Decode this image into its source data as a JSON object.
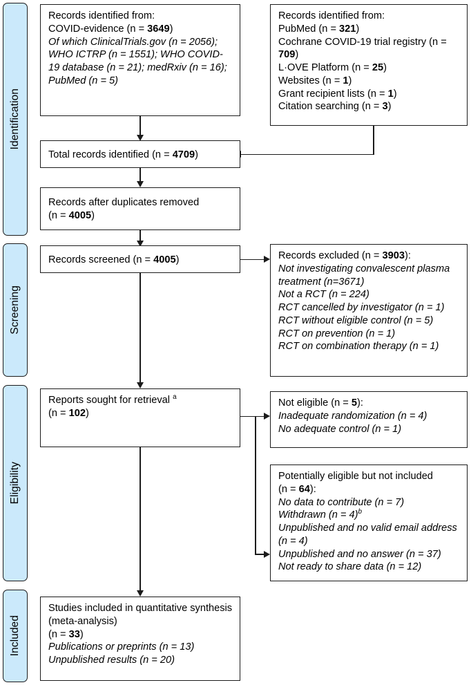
{
  "diagram": {
    "type": "prisma-flow-diagram",
    "phases": [
      {
        "id": "identification",
        "label": "Identification"
      },
      {
        "id": "screening",
        "label": "Screening"
      },
      {
        "id": "eligibility",
        "label": "Eligibility"
      },
      {
        "id": "included",
        "label": "Included"
      }
    ],
    "boxes": {
      "sources_covid_evidence": {
        "lines": [
          {
            "text": "Records identified from:",
            "style": "normal"
          },
          {
            "text": "COVID-evidence (n = 3649)",
            "style": "normal",
            "bold_parts": [
              "3649"
            ]
          },
          {
            "text": "Of which ClinicalTrials.gov (n = 2056); WHO ICTRP (n = 1551); WHO COVID-19 database (n = 21); medRxiv (n = 16); PubMed (n = 5)",
            "style": "italic"
          }
        ]
      },
      "sources_other": {
        "lines": [
          {
            "text": "Records identified from:",
            "style": "normal"
          },
          {
            "text": "PubMed (n = 321)",
            "style": "normal",
            "bold_parts": [
              "321"
            ]
          },
          {
            "text": "Cochrane COVID-19 trial registry (n = 709)",
            "style": "normal",
            "bold_parts": [
              "709"
            ]
          },
          {
            "text": "L·OVE Platform (n = 25)",
            "style": "normal",
            "bold_parts": [
              "25"
            ]
          },
          {
            "text": "Websites (n = 1)",
            "style": "normal",
            "bold_parts": [
              "1"
            ]
          },
          {
            "text": "Grant recipient lists (n = 1)",
            "style": "normal",
            "bold_parts": [
              "1"
            ]
          },
          {
            "text": "Citation searching (n = 3)",
            "style": "normal",
            "bold_parts": [
              "3"
            ]
          }
        ]
      },
      "total_records": {
        "lines": [
          {
            "text": "Total records identified (n =  4709)",
            "style": "normal",
            "bold_parts": [
              "4709"
            ]
          }
        ]
      },
      "after_duplicates": {
        "lines": [
          {
            "text": "Records after duplicates removed (n =  4005)",
            "style": "normal",
            "bold_parts": [
              "4005"
            ]
          }
        ]
      },
      "records_screened": {
        "lines": [
          {
            "text": "Records screened (n =  4005)",
            "style": "normal",
            "bold_parts": [
              "4005"
            ]
          }
        ]
      },
      "records_excluded": {
        "lines": [
          {
            "text": "Records excluded (n =  3903):",
            "style": "normal",
            "bold_parts": [
              "3903"
            ]
          },
          {
            "text": "Not investigating convalescent plasma treatment (n=3671)",
            "style": "italic"
          },
          {
            "text": "Not a RCT (n = 224)",
            "style": "italic"
          },
          {
            "text": "RCT cancelled by investigator (n = 1)",
            "style": "italic"
          },
          {
            "text": "RCT without eligible control (n = 5)",
            "style": "italic"
          },
          {
            "text": "RCT on prevention (n = 1)",
            "style": "italic"
          },
          {
            "text": "RCT on combination therapy (n = 1)",
            "style": "italic"
          }
        ]
      },
      "reports_sought": {
        "lines": [
          {
            "text": "Reports sought for retrieval a",
            "style": "normal",
            "superscript": "a"
          },
          {
            "text": "(n =  102)",
            "style": "normal",
            "bold_parts": [
              "102"
            ]
          }
        ]
      },
      "not_eligible": {
        "lines": [
          {
            "text": "Not eligible (n = 5):",
            "style": "normal",
            "bold_parts": [
              "5"
            ]
          },
          {
            "text": "Inadequate randomization (n = 4)",
            "style": "italic"
          },
          {
            "text": "No adequate control (n = 1)",
            "style": "italic"
          }
        ]
      },
      "potentially_eligible": {
        "lines": [
          {
            "text": "Potentially eligible but not included (n = 64):",
            "style": "normal",
            "bold_parts": [
              "64"
            ]
          },
          {
            "text": "No data to contribute (n = 7)",
            "style": "italic"
          },
          {
            "text": "Withdrawn (n = 4)b",
            "style": "italic",
            "superscript": "b"
          },
          {
            "text": "Unpublished and no valid email address (n = 4)",
            "style": "italic"
          },
          {
            "text": "Unpublished and no answer (n = 37)",
            "style": "italic"
          },
          {
            "text": "Not ready to share data (n = 12)",
            "style": "italic"
          }
        ]
      },
      "included_studies": {
        "lines": [
          {
            "text": "Studies included in quantitative synthesis (meta-analysis)",
            "style": "normal"
          },
          {
            "text": "(n =  33)",
            "style": "normal",
            "bold_parts": [
              "33"
            ]
          },
          {
            "text": "Publications or preprints (n = 13)",
            "style": "italic"
          },
          {
            "text": "Unpublished results (n = 20)",
            "style": "italic"
          }
        ]
      }
    },
    "text": {
      "sources_covid_evidence_l1": "Records identified from:",
      "sources_covid_evidence_l2_pre": "COVID-evidence (n = ",
      "sources_covid_evidence_l2_n": "3649",
      "sources_covid_evidence_l2_post": ")",
      "sources_covid_evidence_l3": "Of which ClinicalTrials.gov (n = 2056); WHO ICTRP (n = 1551); WHO COVID-19 database (n = 21); medRxiv (n = 16); PubMed (n = 5)",
      "sources_other_l1": "Records identified from:",
      "sources_other_l2_pre": "PubMed (n = ",
      "sources_other_l2_n": "321",
      "sources_other_l2_post": ")",
      "sources_other_l3_pre": "Cochrane COVID-19 trial registry (n = ",
      "sources_other_l3_n": "709",
      "sources_other_l3_post": ")",
      "sources_other_l4_pre": "L·OVE Platform (n = ",
      "sources_other_l4_n": "25",
      "sources_other_l4_post": ")",
      "sources_other_l5_pre": "Websites (n = ",
      "sources_other_l5_n": "1",
      "sources_other_l5_post": ")",
      "sources_other_l6_pre": "Grant recipient lists (n = ",
      "sources_other_l6_n": "1",
      "sources_other_l6_post": ")",
      "sources_other_l7_pre": "Citation searching (n = ",
      "sources_other_l7_n": "3",
      "sources_other_l7_post": ")",
      "total_records_pre": "Total records identified (n = ",
      "total_records_n": "4709",
      "total_records_post": ")",
      "after_duplicates_l1": "Records after duplicates removed",
      "after_duplicates_l2_pre": "(n = ",
      "after_duplicates_l2_n": "4005",
      "after_duplicates_l2_post": ")",
      "records_screened_pre": "Records screened (n = ",
      "records_screened_n": "4005",
      "records_screened_post": ")",
      "records_excluded_l1_pre": "Records excluded (n = ",
      "records_excluded_l1_n": "3903",
      "records_excluded_l1_post": "):",
      "records_excluded_l2": "Not investigating convalescent plasma treatment (n=3671)",
      "records_excluded_l3": "Not a RCT (n = 224)",
      "records_excluded_l4": "RCT cancelled by investigator (n = 1)",
      "records_excluded_l5": "RCT without eligible control (n = 5)",
      "records_excluded_l6": "RCT on prevention (n = 1)",
      "records_excluded_l7": "RCT on combination therapy (n = 1)",
      "reports_sought_l1": "Reports sought for retrieval",
      "reports_sought_l1_sup": "a",
      "reports_sought_l2_pre": "(n = ",
      "reports_sought_l2_n": "102",
      "reports_sought_l2_post": ")",
      "not_eligible_l1_pre": "Not eligible (n = ",
      "not_eligible_l1_n": "5",
      "not_eligible_l1_post": "):",
      "not_eligible_l2": "Inadequate randomization (n = 4)",
      "not_eligible_l3": "No adequate control (n = 1)",
      "potentially_eligible_l1": "Potentially eligible but not included",
      "potentially_eligible_l2_pre": "(n = ",
      "potentially_eligible_l2_n": "64",
      "potentially_eligible_l2_post": "):",
      "potentially_eligible_l3": "No data to contribute (n = 7)",
      "potentially_eligible_l4": "Withdrawn (n = 4)",
      "potentially_eligible_l4_sup": "b",
      "potentially_eligible_l5": "Unpublished and no valid email address (n = 4)",
      "potentially_eligible_l6": "Unpublished and no answer (n = 37)",
      "potentially_eligible_l7": "Not ready to share data (n = 12)",
      "included_l1": "Studies included in quantitative synthesis (meta-analysis)",
      "included_l2_pre": "(n = ",
      "included_l2_n": "33",
      "included_l2_post": ")",
      "included_l3": "Publications or preprints (n = 13)",
      "included_l4": "Unpublished results (n = 20)"
    },
    "colors": {
      "phase_fill": "#cbe9fb",
      "line": "#1b1b1b",
      "box_fill": "#ffffff",
      "text": "#000000"
    }
  }
}
